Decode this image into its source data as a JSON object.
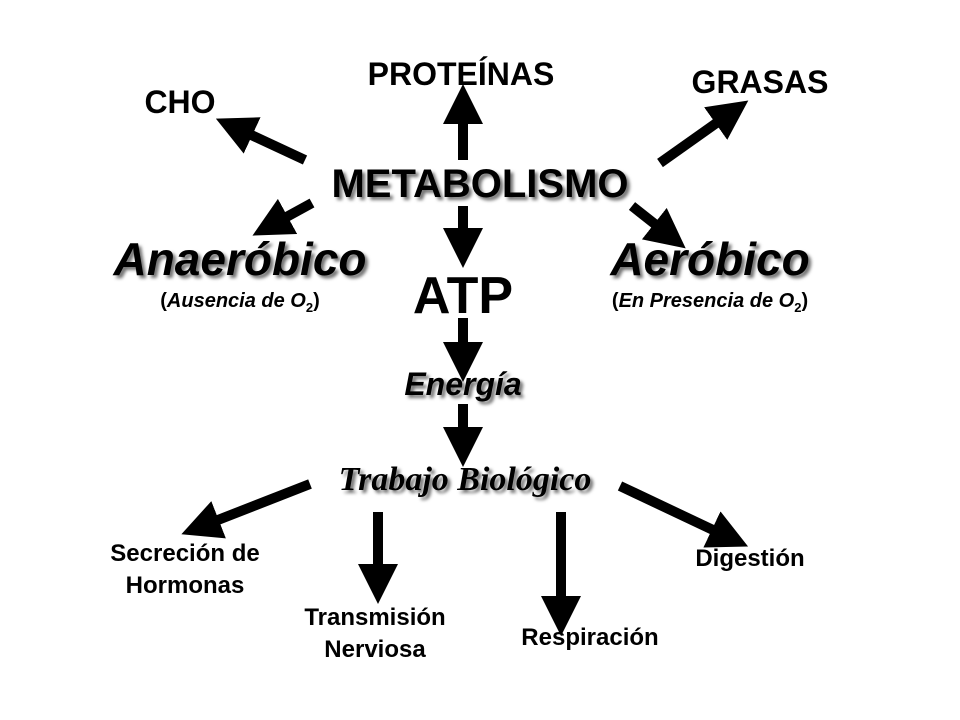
{
  "nodes": {
    "proteinas": "PROTEÍNAS",
    "cho": "CHO",
    "grasas": "GRASAS",
    "metabolismo": "METABOLISMO",
    "anaerobico": "Anaeróbico",
    "anaerobico_note": {
      "open": "(",
      "text": "Ausencia de O",
      "sub": "2",
      "close": ")"
    },
    "atp": "ATP",
    "aerobico": "Aeróbico",
    "aerobico_note": {
      "open": "(",
      "text": "En Presencia de O",
      "sub": "2",
      "close": ")"
    },
    "energia": "Energía",
    "trabajo": "Trabajo Biológico",
    "secrecion_1": "Secreción de",
    "secrecion_2": "Hormonas",
    "transmision_1": "Transmisión",
    "transmision_2": "Nerviosa",
    "respiracion": "Respiración",
    "digestion": "Digestión"
  },
  "colors": {
    "ink": "#000000",
    "background": "#ffffff"
  }
}
